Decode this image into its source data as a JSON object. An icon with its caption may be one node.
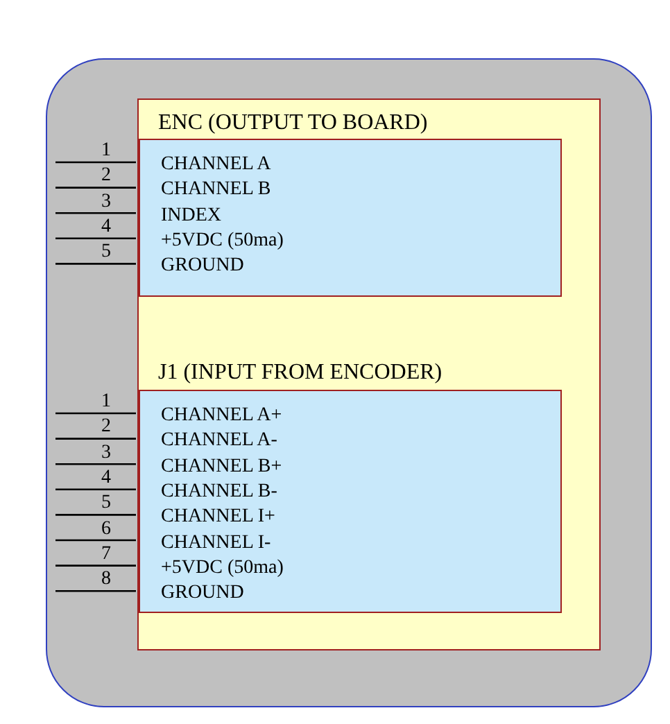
{
  "diagram": {
    "nodes": [
      {
        "text": [],
        "shape": "box"
      },
      {
        "text": [],
        "shape": "box",
        "in": 0
      },
      {
        "text": [
          "ENC (OUTPUT TO BOARD)",
          "CHANNEL A",
          "CHANNEL B",
          "INDEX",
          "+5VDC (50ma)",
          "GROUND"
        ],
        "in": 1
      },
      {
        "text": [
          "J1 (INPUT FROM ENCODER)",
          "CHANNEL A+",
          "CHANNEL A-",
          "CHANNEL B+",
          "CHANNEL B-",
          "CHANNEL I+",
          "CHANNEL I-",
          "+5VDC (50ma)",
          "GROUND"
        ],
        "in": 1
      }
    ],
    "edges": [],
    "labels": [
      "1",
      "2",
      "3",
      "4",
      "5",
      "1",
      "2",
      "3",
      "4",
      "5",
      "6",
      "7",
      "8"
    ]
  }
}
